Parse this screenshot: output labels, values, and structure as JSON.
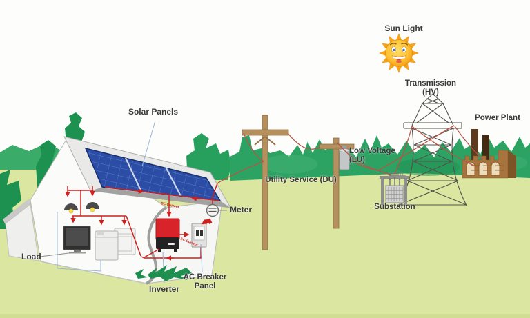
{
  "labels": {
    "sun_light": "Sun Light",
    "solar_panels": "Solar Panels",
    "transmission_line1": "Transmission",
    "transmission_line2": "(HV)",
    "power_plant": "Power Plant",
    "low_voltage_line1": "Low Voltage",
    "low_voltage_line2": "(LU)",
    "utility_service": "Utility Service (DU)",
    "substation": "Substation",
    "meter": "Meter",
    "load": "Load",
    "inverter": "Inverter",
    "ac_breaker_line1": "AC Breaker",
    "ac_breaker_line2": "Panel",
    "dc_current": "DC Current",
    "ac_current": "AC Current"
  },
  "colors": {
    "wire_red": "#d01f1f",
    "grid_wire_brown": "#b65548",
    "panel_blue": "#2b4da6",
    "tree_green": "#2ca263",
    "ground_green": "#dbe7a0",
    "sun_orange": "#f7a21d",
    "pole_brown": "#b5905f",
    "plant_brown": "#a8743d",
    "label_text": "#3a3a3a"
  }
}
